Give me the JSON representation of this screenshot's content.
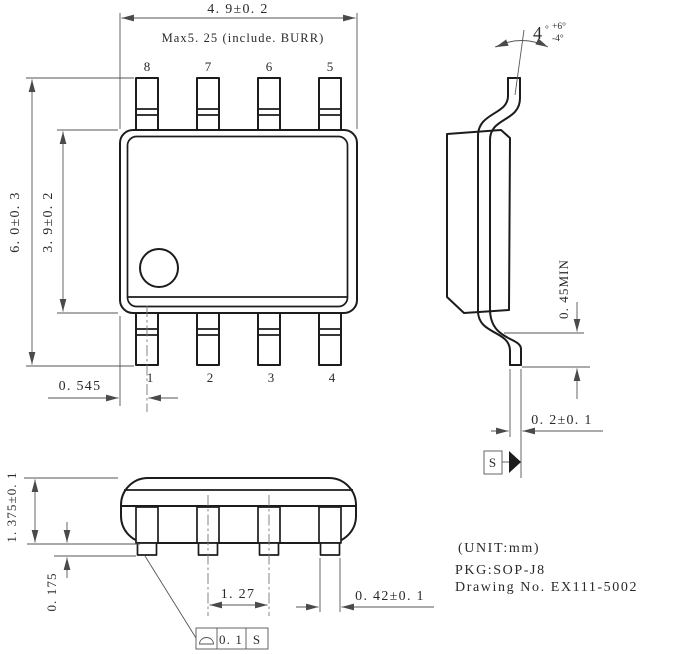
{
  "top_view": {
    "pins_top": [
      "8",
      "7",
      "6",
      "5"
    ],
    "pins_bottom": [
      "1",
      "2",
      "3",
      "4"
    ],
    "dim_body_width": "4. 9±0. 2",
    "dim_max_width": "Max5. 25 (include. BURR)",
    "dim_total_height": "6. 0±0. 3",
    "dim_body_height": "3. 9±0. 2",
    "dim_pin1_offset": "0. 545"
  },
  "side_view": {
    "angle_value": "4",
    "angle_degree": "°",
    "angle_plus": "+6°",
    "angle_minus": "-4°",
    "dim_foot_length": "0. 45MIN",
    "dim_lead_thickness": "0. 2±0. 1",
    "datum": "S"
  },
  "front_view": {
    "dim_body_thickness": "1. 375±0. 1",
    "dim_standoff": "0. 175",
    "dim_lead_pitch": "1. 27",
    "dim_lead_width": "0. 42±0. 1",
    "flatness_value": "0. 1",
    "flatness_datum": "S"
  },
  "notes": {
    "unit": "(UNIT:mm)",
    "package": "PKG:SOP-J8",
    "drawing_no": "Drawing No. EX111-5002"
  },
  "colors": {
    "background": "#ffffff",
    "outline": "#1c1c1c",
    "dimension": "#555555"
  }
}
